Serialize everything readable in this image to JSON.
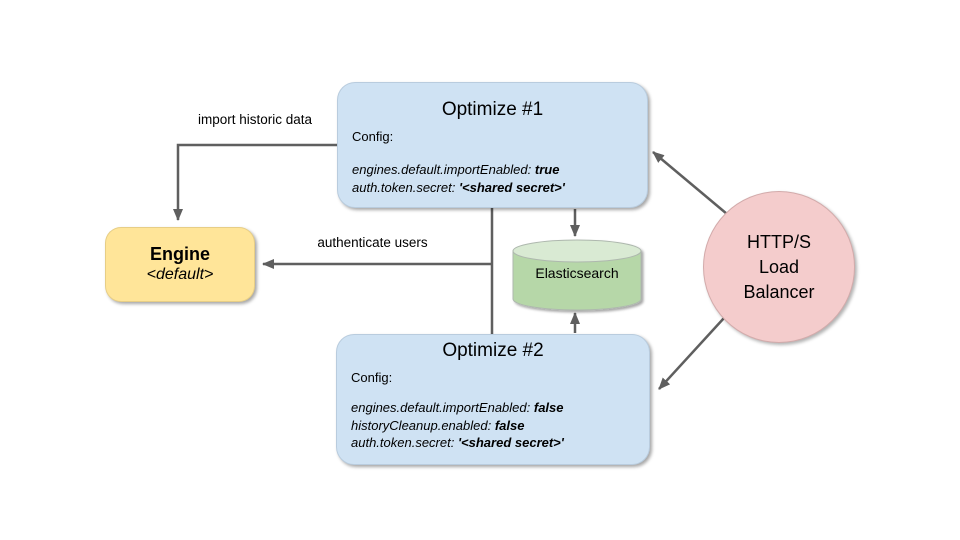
{
  "diagram": {
    "nodes": {
      "optimize1": {
        "title": "Optimize #1",
        "config_label": "Config:",
        "config_lines": [
          {
            "key": "engines.default.importEnabled: ",
            "value": "true"
          },
          {
            "key": "auth.token.secret: ",
            "value": "'<shared secret>'"
          }
        ]
      },
      "optimize2": {
        "title": "Optimize #2",
        "config_label": "Config:",
        "config_lines": [
          {
            "key": "engines.default.importEnabled: ",
            "value": "false"
          },
          {
            "key": "historyCleanup.enabled: ",
            "value": "false"
          },
          {
            "key": "auth.token.secret: ",
            "value": "'<shared secret>'"
          }
        ]
      },
      "engine": {
        "title": "Engine",
        "subtitle": "<default>"
      },
      "elasticsearch": {
        "label": "Elasticsearch"
      },
      "load_balancer": {
        "line1": "HTTP/S",
        "line2": "Load",
        "line3": "Balancer"
      }
    },
    "edge_labels": {
      "import": "import historic data",
      "authenticate": "authenticate users"
    },
    "colors": {
      "optimize_fill": "#cfe2f3",
      "engine_fill": "#ffe599",
      "elasticsearch_fill": "#b6d7a8",
      "elasticsearch_top_fill": "#d9ead3",
      "load_balancer_fill": "#f4cccc",
      "arrow": "#5f5f5f"
    }
  }
}
